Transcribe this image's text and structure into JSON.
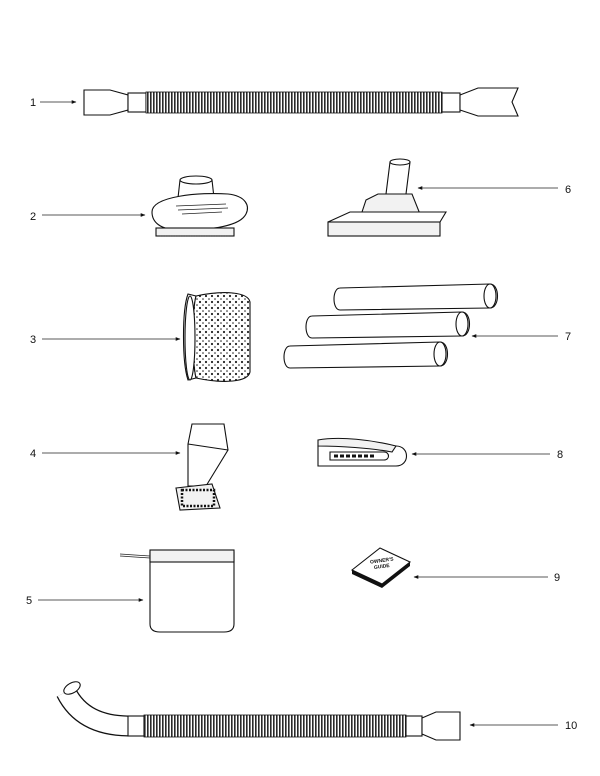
{
  "parts": [
    {
      "number": "1",
      "name": "hose-extension"
    },
    {
      "number": "2",
      "name": "dusting-brush"
    },
    {
      "number": "3",
      "name": "filter-cartridge"
    },
    {
      "number": "4",
      "name": "upholstery-tool"
    },
    {
      "number": "5",
      "name": "filter-bag"
    },
    {
      "number": "6",
      "name": "floor-tool"
    },
    {
      "number": "7",
      "name": "extension-wands"
    },
    {
      "number": "8",
      "name": "crevice-clip-tool"
    },
    {
      "number": "9",
      "name": "owners-guide"
    },
    {
      "number": "10",
      "name": "main-hose"
    }
  ],
  "guide_text": {
    "line1": "OWNER'S",
    "line2": "GUIDE"
  },
  "colors": {
    "ink": "#111111",
    "fill": "#ffffff",
    "rib_dark": "#2a2a2a"
  }
}
